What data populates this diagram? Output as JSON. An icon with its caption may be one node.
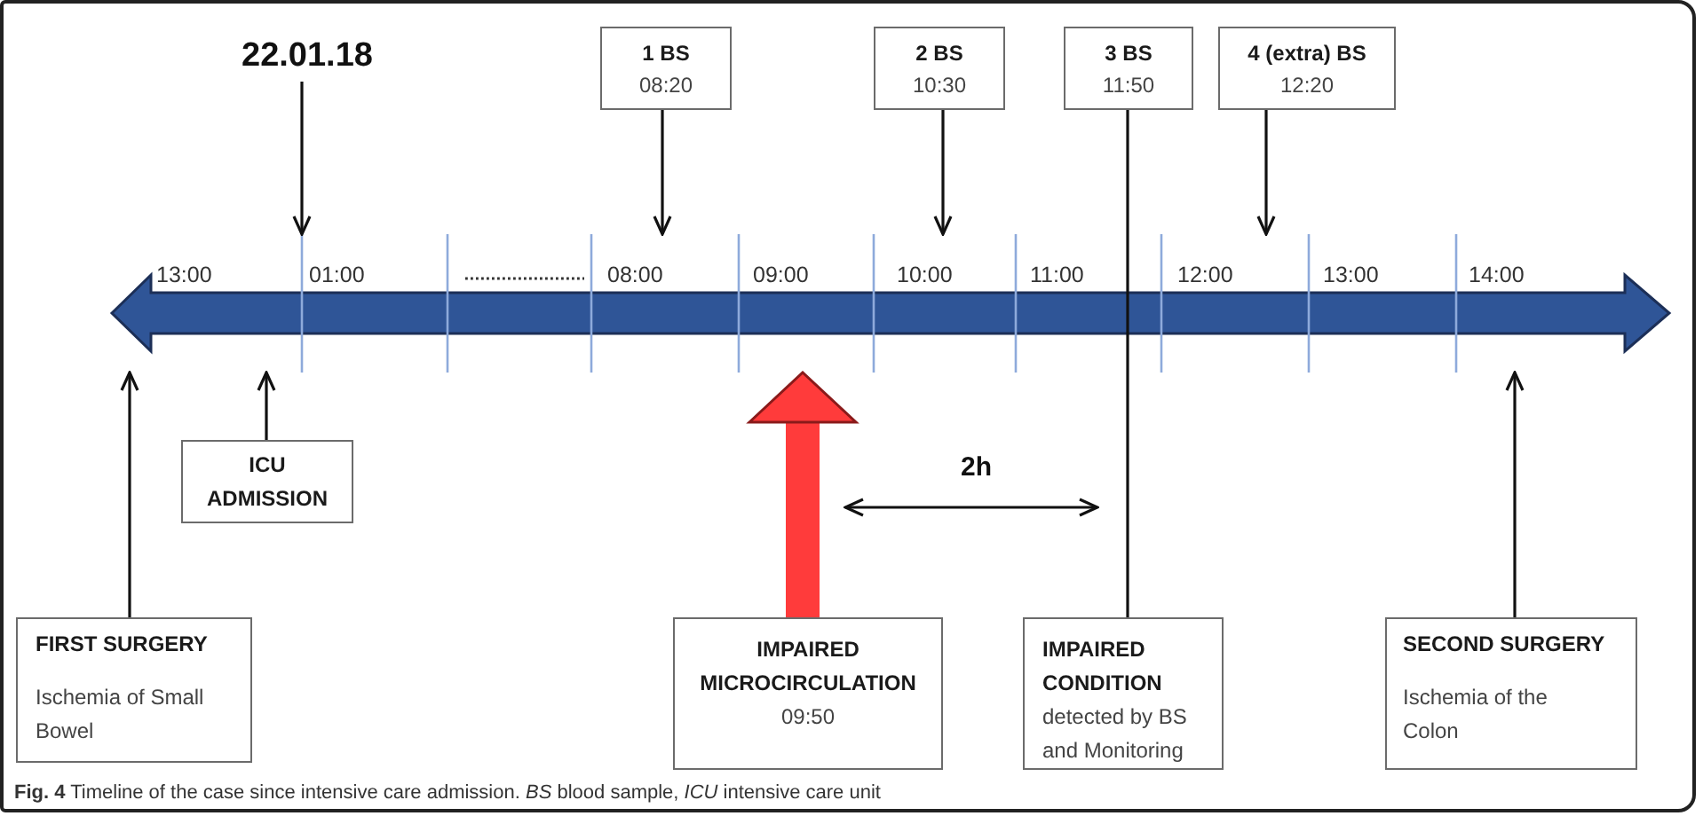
{
  "diagram": {
    "caption": "**Fig. 4** Timeline of the case since intensive care admission. *BS* blood sample, *ICU* intensive care unit",
    "nodes": [
      {
        "text": [
          "22.01.18"
        ]
      },
      {
        "text": [
          "1 BS",
          "08:20"
        ]
      },
      {
        "text": [
          "2 BS",
          "10:30"
        ]
      },
      {
        "text": [
          "3 BS",
          "11:50"
        ]
      },
      {
        "text": [
          "4 (extra) BS",
          "12:20"
        ]
      },
      {
        "text": [],
        "shape": "bar"
      },
      {
        "text": [
          "ICU ADMISSION"
        ]
      },
      {
        "text": [
          "FIRST SURGERY",
          "Ischemia of Small Bowel"
        ]
      },
      {
        "text": [
          "IMPAIRED MICROCIRCULATION",
          "09:50"
        ]
      },
      {
        "text": [
          "IMPAIRED CONDITION",
          "detected by BS and Monitoring"
        ]
      },
      {
        "text": [
          "SECOND SURGERY",
          "Ischemia of the Colon"
        ]
      }
    ],
    "edges": [
      {
        "from": 0,
        "to": 5,
        "arrow": "to"
      },
      {
        "from": 1,
        "to": 5,
        "arrow": "to"
      },
      {
        "from": 2,
        "to": 5,
        "arrow": "to"
      },
      {
        "from": 3,
        "to": 5,
        "arrow": "none"
      },
      {
        "from": 5,
        "to": 9,
        "arrow": "none"
      },
      {
        "from": 4,
        "to": 5,
        "arrow": "to"
      },
      {
        "from": 6,
        "to": 5,
        "arrow": "to"
      },
      {
        "from": 7,
        "to": 5,
        "arrow": "to"
      },
      {
        "from": 8,
        "to": 5,
        "arrow": "to",
        "style": "thick",
        "color": "#ff3b3b"
      },
      {
        "from": 10,
        "to": 5,
        "arrow": "to"
      }
    ],
    "labels": [
      "13:00",
      "01:00",
      "08:00",
      "09:00",
      "10:00",
      "11:00",
      "12:00",
      "13:00",
      "14:00",
      "2h"
    ]
  }
}
